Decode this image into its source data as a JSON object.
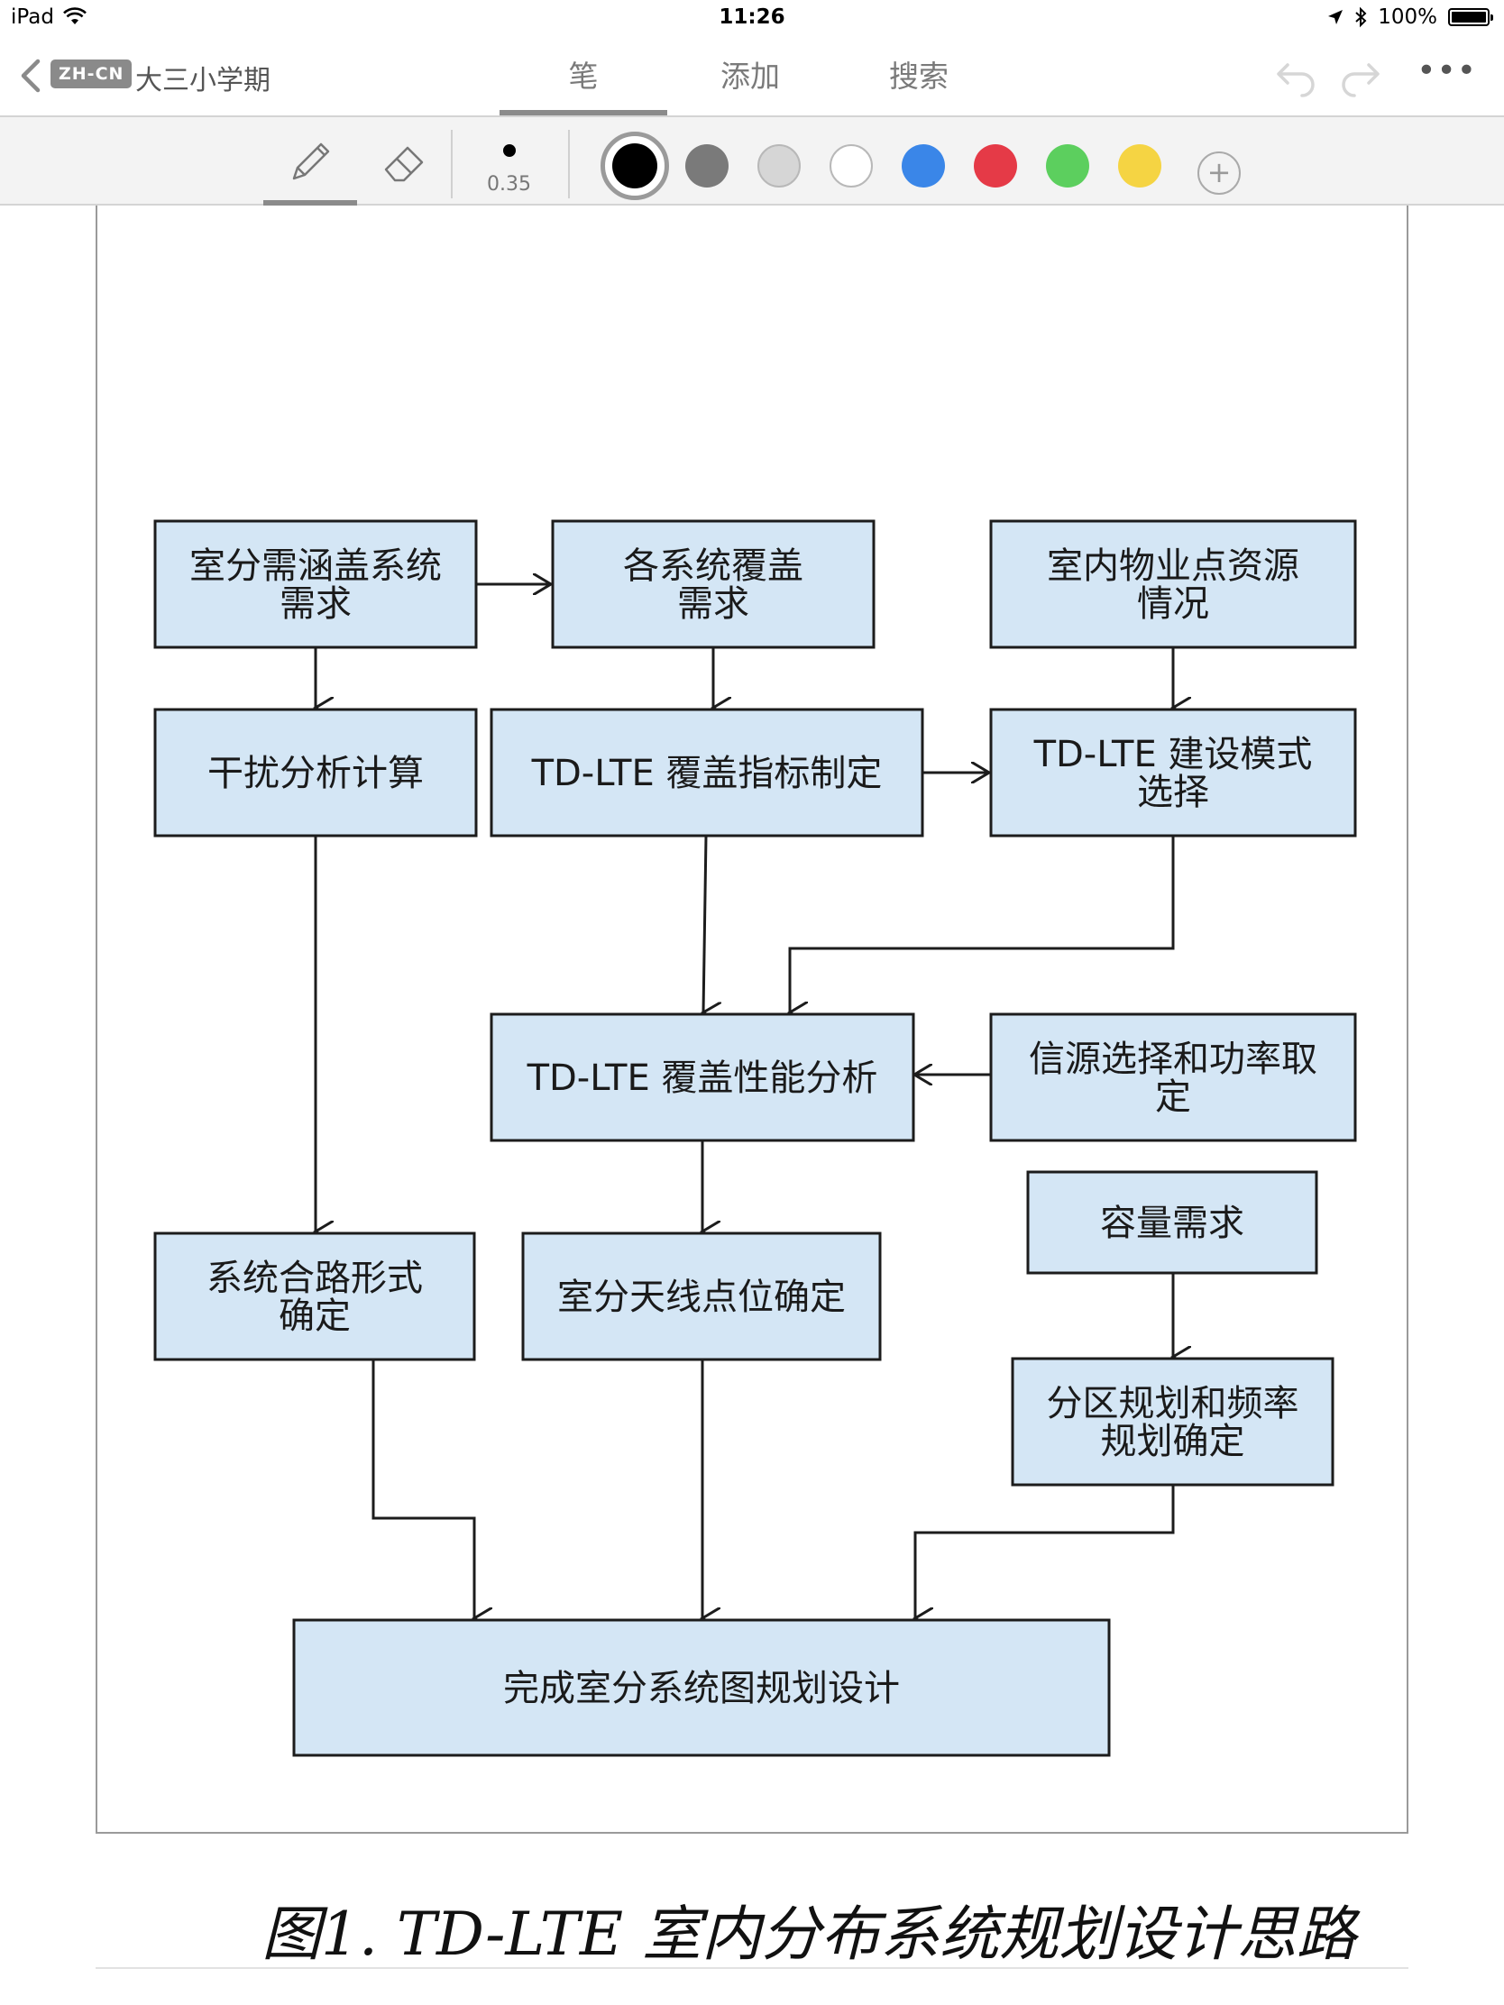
{
  "status_bar": {
    "device": "iPad",
    "time": "11:26",
    "battery": "100%"
  },
  "nav": {
    "language_badge": "ZH-CN",
    "notebook_title": "大三小学期",
    "tabs": [
      {
        "label": "笔",
        "selected": true
      },
      {
        "label": "添加",
        "selected": false
      },
      {
        "label": "搜索",
        "selected": false
      }
    ],
    "more_label": "•••"
  },
  "toolbar": {
    "tools": [
      "pen-icon",
      "eraser-icon"
    ],
    "selected_tool": "pen-icon",
    "stroke_size": "0.35",
    "colors": [
      "#000000",
      "#7a7a7a",
      "#d6d6d6",
      "#ffffff",
      "#3a86e8",
      "#e53a47",
      "#5ccf5e",
      "#f5d443"
    ],
    "selected_color": "#000000",
    "add_color_label": "+"
  },
  "flowchart": {
    "nodes": [
      {
        "id": "n1",
        "lines": [
          "室分需涵盖系统",
          "需求"
        ]
      },
      {
        "id": "n2",
        "lines": [
          "各系统覆盖",
          "需求"
        ]
      },
      {
        "id": "n3",
        "lines": [
          "室内物业点资源",
          "情况"
        ]
      },
      {
        "id": "n4",
        "lines": [
          "干扰分析计算"
        ]
      },
      {
        "id": "n5",
        "lines": [
          "TD-LTE 覆盖指标制定"
        ]
      },
      {
        "id": "n6",
        "lines": [
          "TD-LTE 建设模式",
          "选择"
        ]
      },
      {
        "id": "n7",
        "lines": [
          "TD-LTE 覆盖性能分析"
        ]
      },
      {
        "id": "n8",
        "lines": [
          "信源选择和功率取",
          "定"
        ]
      },
      {
        "id": "n9",
        "lines": [
          "系统合路形式",
          "确定"
        ]
      },
      {
        "id": "n10",
        "lines": [
          "室分天线点位确定"
        ]
      },
      {
        "id": "n11",
        "lines": [
          "容量需求"
        ]
      },
      {
        "id": "n12",
        "lines": [
          "分区规划和频率",
          "规划确定"
        ]
      },
      {
        "id": "n13",
        "lines": [
          "完成室分系统图规划设计"
        ]
      }
    ],
    "edges": [
      [
        "n1",
        "n2"
      ],
      [
        "n1",
        "n4"
      ],
      [
        "n2",
        "n5"
      ],
      [
        "n3",
        "n6"
      ],
      [
        "n5",
        "n6"
      ],
      [
        "n5",
        "n7"
      ],
      [
        "n6",
        "n7"
      ],
      [
        "n8",
        "n7"
      ],
      [
        "n4",
        "n9"
      ],
      [
        "n7",
        "n10"
      ],
      [
        "n11",
        "n12"
      ],
      [
        "n9",
        "n13"
      ],
      [
        "n10",
        "n13"
      ],
      [
        "n12",
        "n13"
      ]
    ]
  },
  "handwritten_caption": "图1. TD-LTE 室内分布系统规划设计思路"
}
